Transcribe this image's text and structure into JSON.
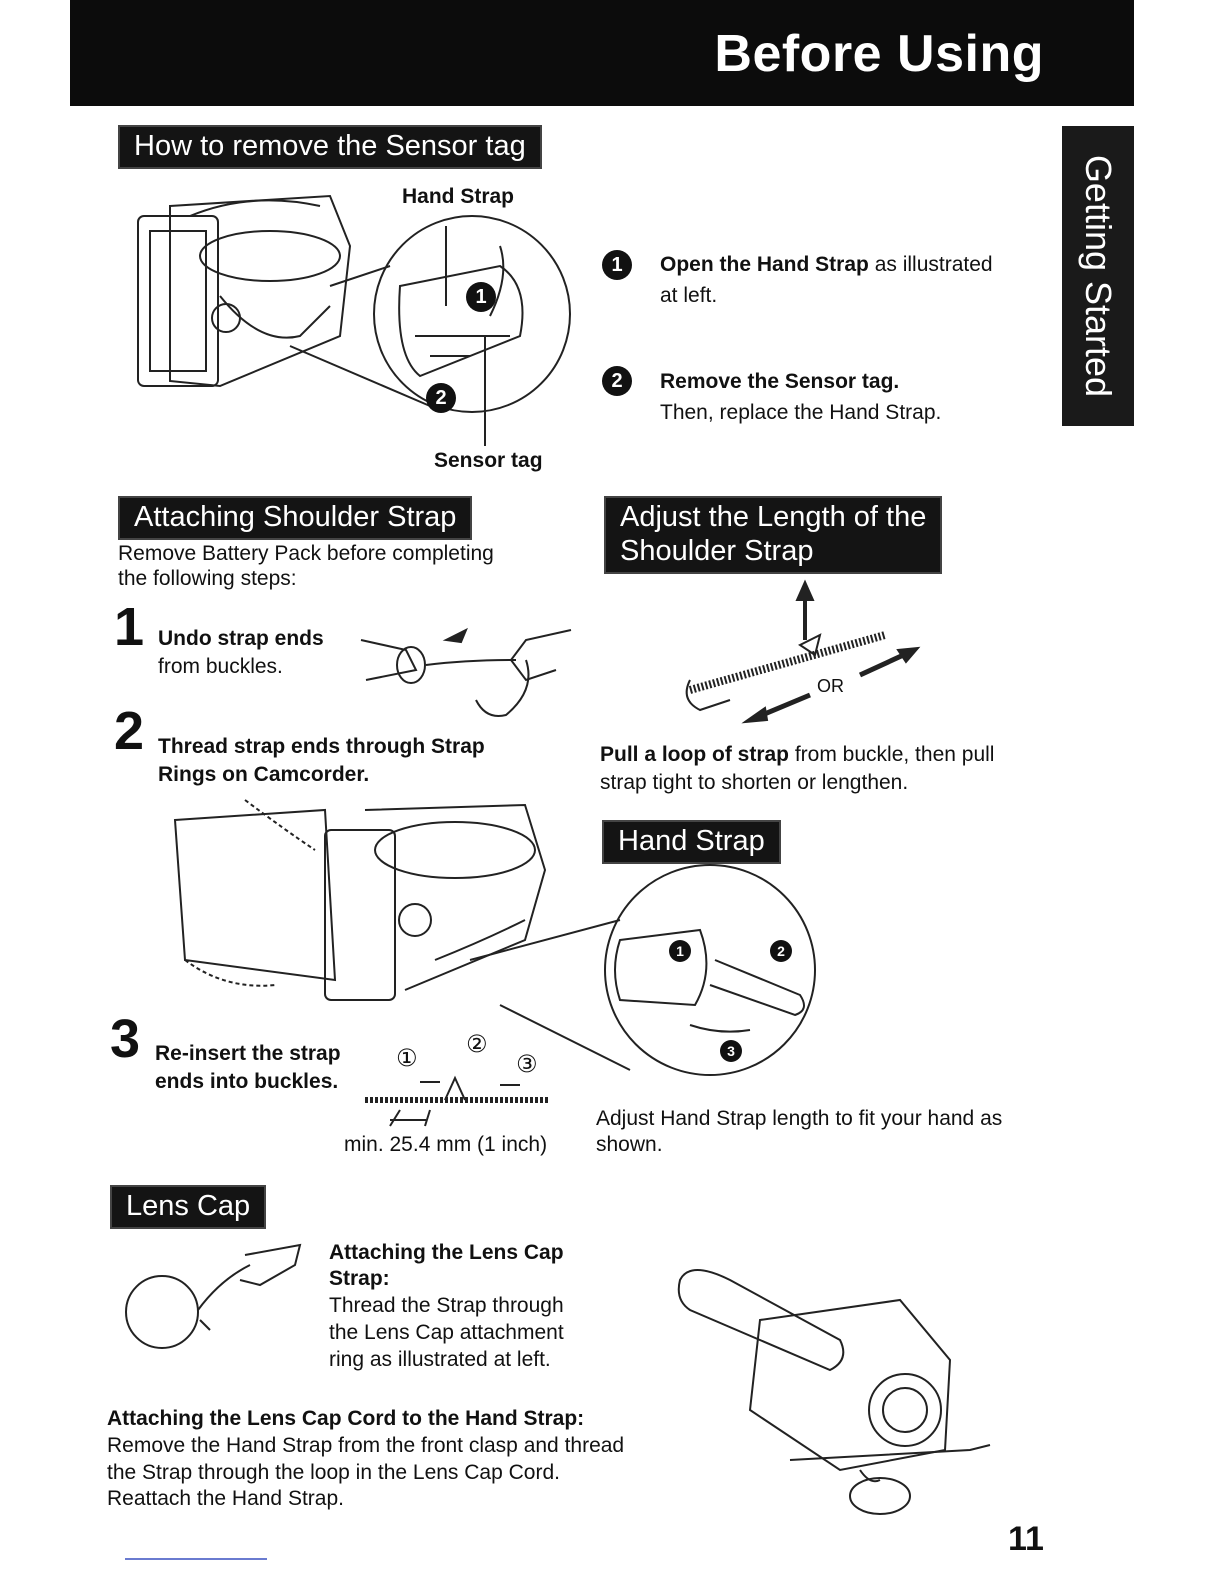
{
  "header": {
    "title": "Before Using"
  },
  "side_tab": {
    "label": "Getting Started"
  },
  "sensor_tag": {
    "heading": "How to remove the Sensor tag",
    "callout_top": "Hand Strap",
    "callout_bottom": "Sensor tag",
    "step1_num": "1",
    "step1_bold": "Open the Hand Strap",
    "step1_rest": " as illustrated",
    "step1_line2": "at left.",
    "step2_num": "2",
    "step2_bold": "Remove the Sensor tag.",
    "step2_line2": "Then, replace the Hand Strap.",
    "illus_num1": "1",
    "illus_num2": "2"
  },
  "shoulder_strap": {
    "heading": "Attaching Shoulder Strap",
    "intro_line1": "Remove Battery Pack before completing",
    "intro_line2": "the following steps:",
    "step1_num": "1",
    "step1_bold": "Undo strap ends",
    "step1_line2": "from buckles.",
    "step2_num": "2",
    "step2_line1": "Thread strap ends through Strap",
    "step2_line2": "Rings on Camcorder.",
    "step3_num": "3",
    "step3_line1": "Re-insert the strap",
    "step3_line2": "ends into buckles.",
    "buckle_labels": [
      "③",
      "②",
      "①"
    ],
    "min_length": "min. 25.4 mm (1 inch)"
  },
  "adjust_strap": {
    "heading_line1": "Adjust the Length of the",
    "heading_line2": "Shoulder Strap",
    "or_label": "OR",
    "text_bold": "Pull a loop of strap",
    "text_rest": " from buckle, then pull",
    "text_line2": "strap tight to shorten or lengthen."
  },
  "hand_strap": {
    "heading": "Hand Strap",
    "illus_nums": [
      "1",
      "2",
      "3"
    ],
    "text_line1": "Adjust Hand Strap length to fit your hand as",
    "text_line2": "shown."
  },
  "lens_cap": {
    "heading": "Lens Cap",
    "attach_strap_title_line1": "Attaching the Lens Cap",
    "attach_strap_title_line2": "Strap:",
    "attach_strap_line1": "Thread the Strap through",
    "attach_strap_line2": "the Lens Cap attachment",
    "attach_strap_line3": "ring as illustrated at left.",
    "cord_title": "Attaching the Lens Cap Cord to the Hand Strap:",
    "cord_line1": "Remove the Hand Strap from the front clasp and thread",
    "cord_line2": "the Strap through the loop in the Lens Cap Cord.",
    "cord_line3": "Reattach the Hand Strap."
  },
  "page_number": "11"
}
